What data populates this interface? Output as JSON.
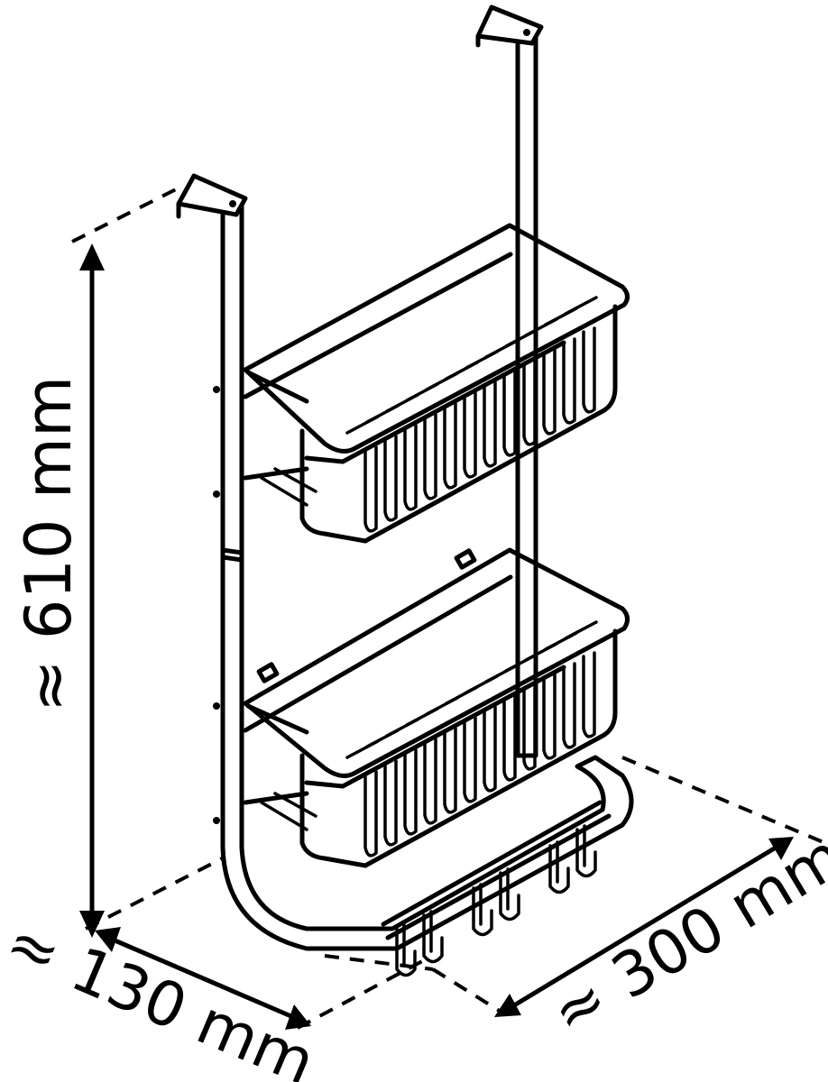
{
  "dimensions": {
    "height": "≈ 610 mm",
    "depth": "≈ 130 mm",
    "width": "≈ 300 mm"
  },
  "colors": {
    "line": "#000000",
    "background": "#ffffff"
  },
  "shelves": {
    "upper_bar_count": 12,
    "lower_bar_count": 12,
    "hook_count": 6
  }
}
